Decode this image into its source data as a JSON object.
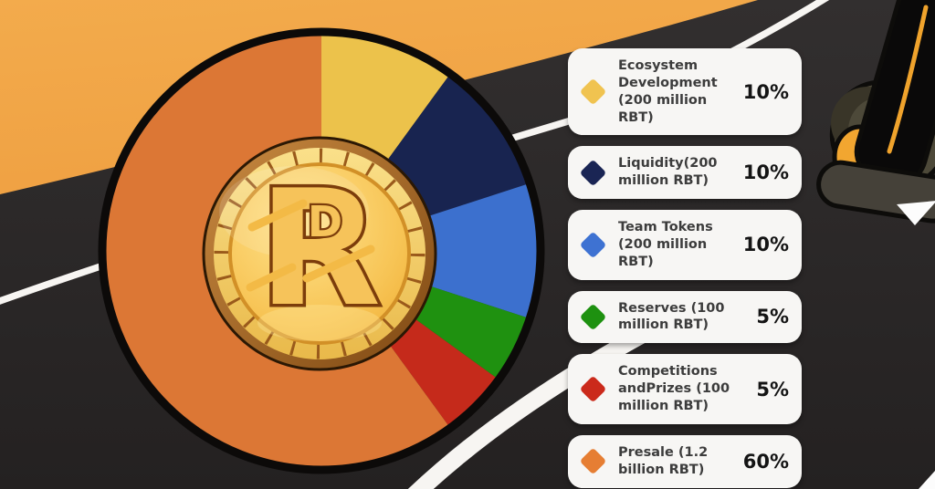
{
  "coin": {
    "letter": "R",
    "letter_small": "D"
  },
  "colors": {
    "sky_top": "#F3AB4C",
    "sky_bottom": "#E68A3A",
    "road_top": "#322F2F",
    "road_bottom": "#242121",
    "lane_white": "#F7F5F2",
    "outline_black": "#0C0A09",
    "card_bg": "#F7F6F4",
    "label_text": "#3C3C3C",
    "percent_text": "#141414",
    "coin_face_light": "#FFE38C",
    "coin_face_dark": "#F0AF35",
    "coin_rim_copper": "#B5712B"
  },
  "chart_data": {
    "type": "pie",
    "start_angle_deg": -90,
    "direction": "clockwise",
    "legend_position": "right",
    "slices": [
      {
        "label": "Ecosystem Development (200 million RBT)",
        "percent": 10,
        "pct_label": "10%",
        "color": "#ECC24B",
        "marker_color": "#F0C350"
      },
      {
        "label": "Liquidity(200 million RBT)",
        "percent": 10,
        "pct_label": "10%",
        "color": "#182450",
        "marker_color": "#1A2554"
      },
      {
        "label": "Team Tokens (200 million RBT)",
        "percent": 10,
        "pct_label": "10%",
        "color": "#3C70CE",
        "marker_color": "#3E72D2"
      },
      {
        "label": "Reserves (100 million RBT)",
        "percent": 5,
        "pct_label": "5%",
        "color": "#1F9110",
        "marker_color": "#1E9110"
      },
      {
        "label": "Competitions andPrizes (100 million RBT)",
        "percent": 5,
        "pct_label": "5%",
        "color": "#C52A1B",
        "marker_color": "#CB2A1B"
      },
      {
        "label": "Presale (1.2 billion RBT)",
        "percent": 60,
        "pct_label": "60%",
        "color": "#DC7735",
        "marker_color": "#E67E33"
      }
    ]
  }
}
